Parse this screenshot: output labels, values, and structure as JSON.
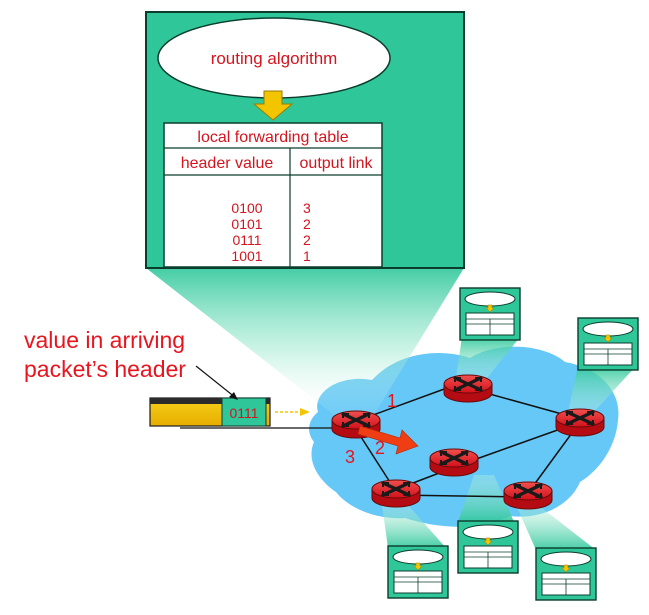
{
  "routing_algorithm_label": "routing algorithm",
  "table": {
    "title": "local forwarding table",
    "col_header_value": "header value",
    "col_output_link": "output link",
    "rows": [
      {
        "header": "0100",
        "link": "3"
      },
      {
        "header": "0101",
        "link": "2"
      },
      {
        "header": "0111",
        "link": "2"
      },
      {
        "header": "1001",
        "link": "1"
      }
    ]
  },
  "annotation": {
    "line1": "value in arriving",
    "line2": "packet’s header"
  },
  "packet_header_value": "0111",
  "link_labels": {
    "link1": "1",
    "link2": "2",
    "link3": "3"
  },
  "colors": {
    "box_fill": "#2fc79a",
    "table_text": "#d4141e",
    "router_red": "#e8141e",
    "network_blue": "#66c8f6",
    "arrow_yellow": "#f2c500",
    "link_arrow_red": "#ef3d14"
  }
}
